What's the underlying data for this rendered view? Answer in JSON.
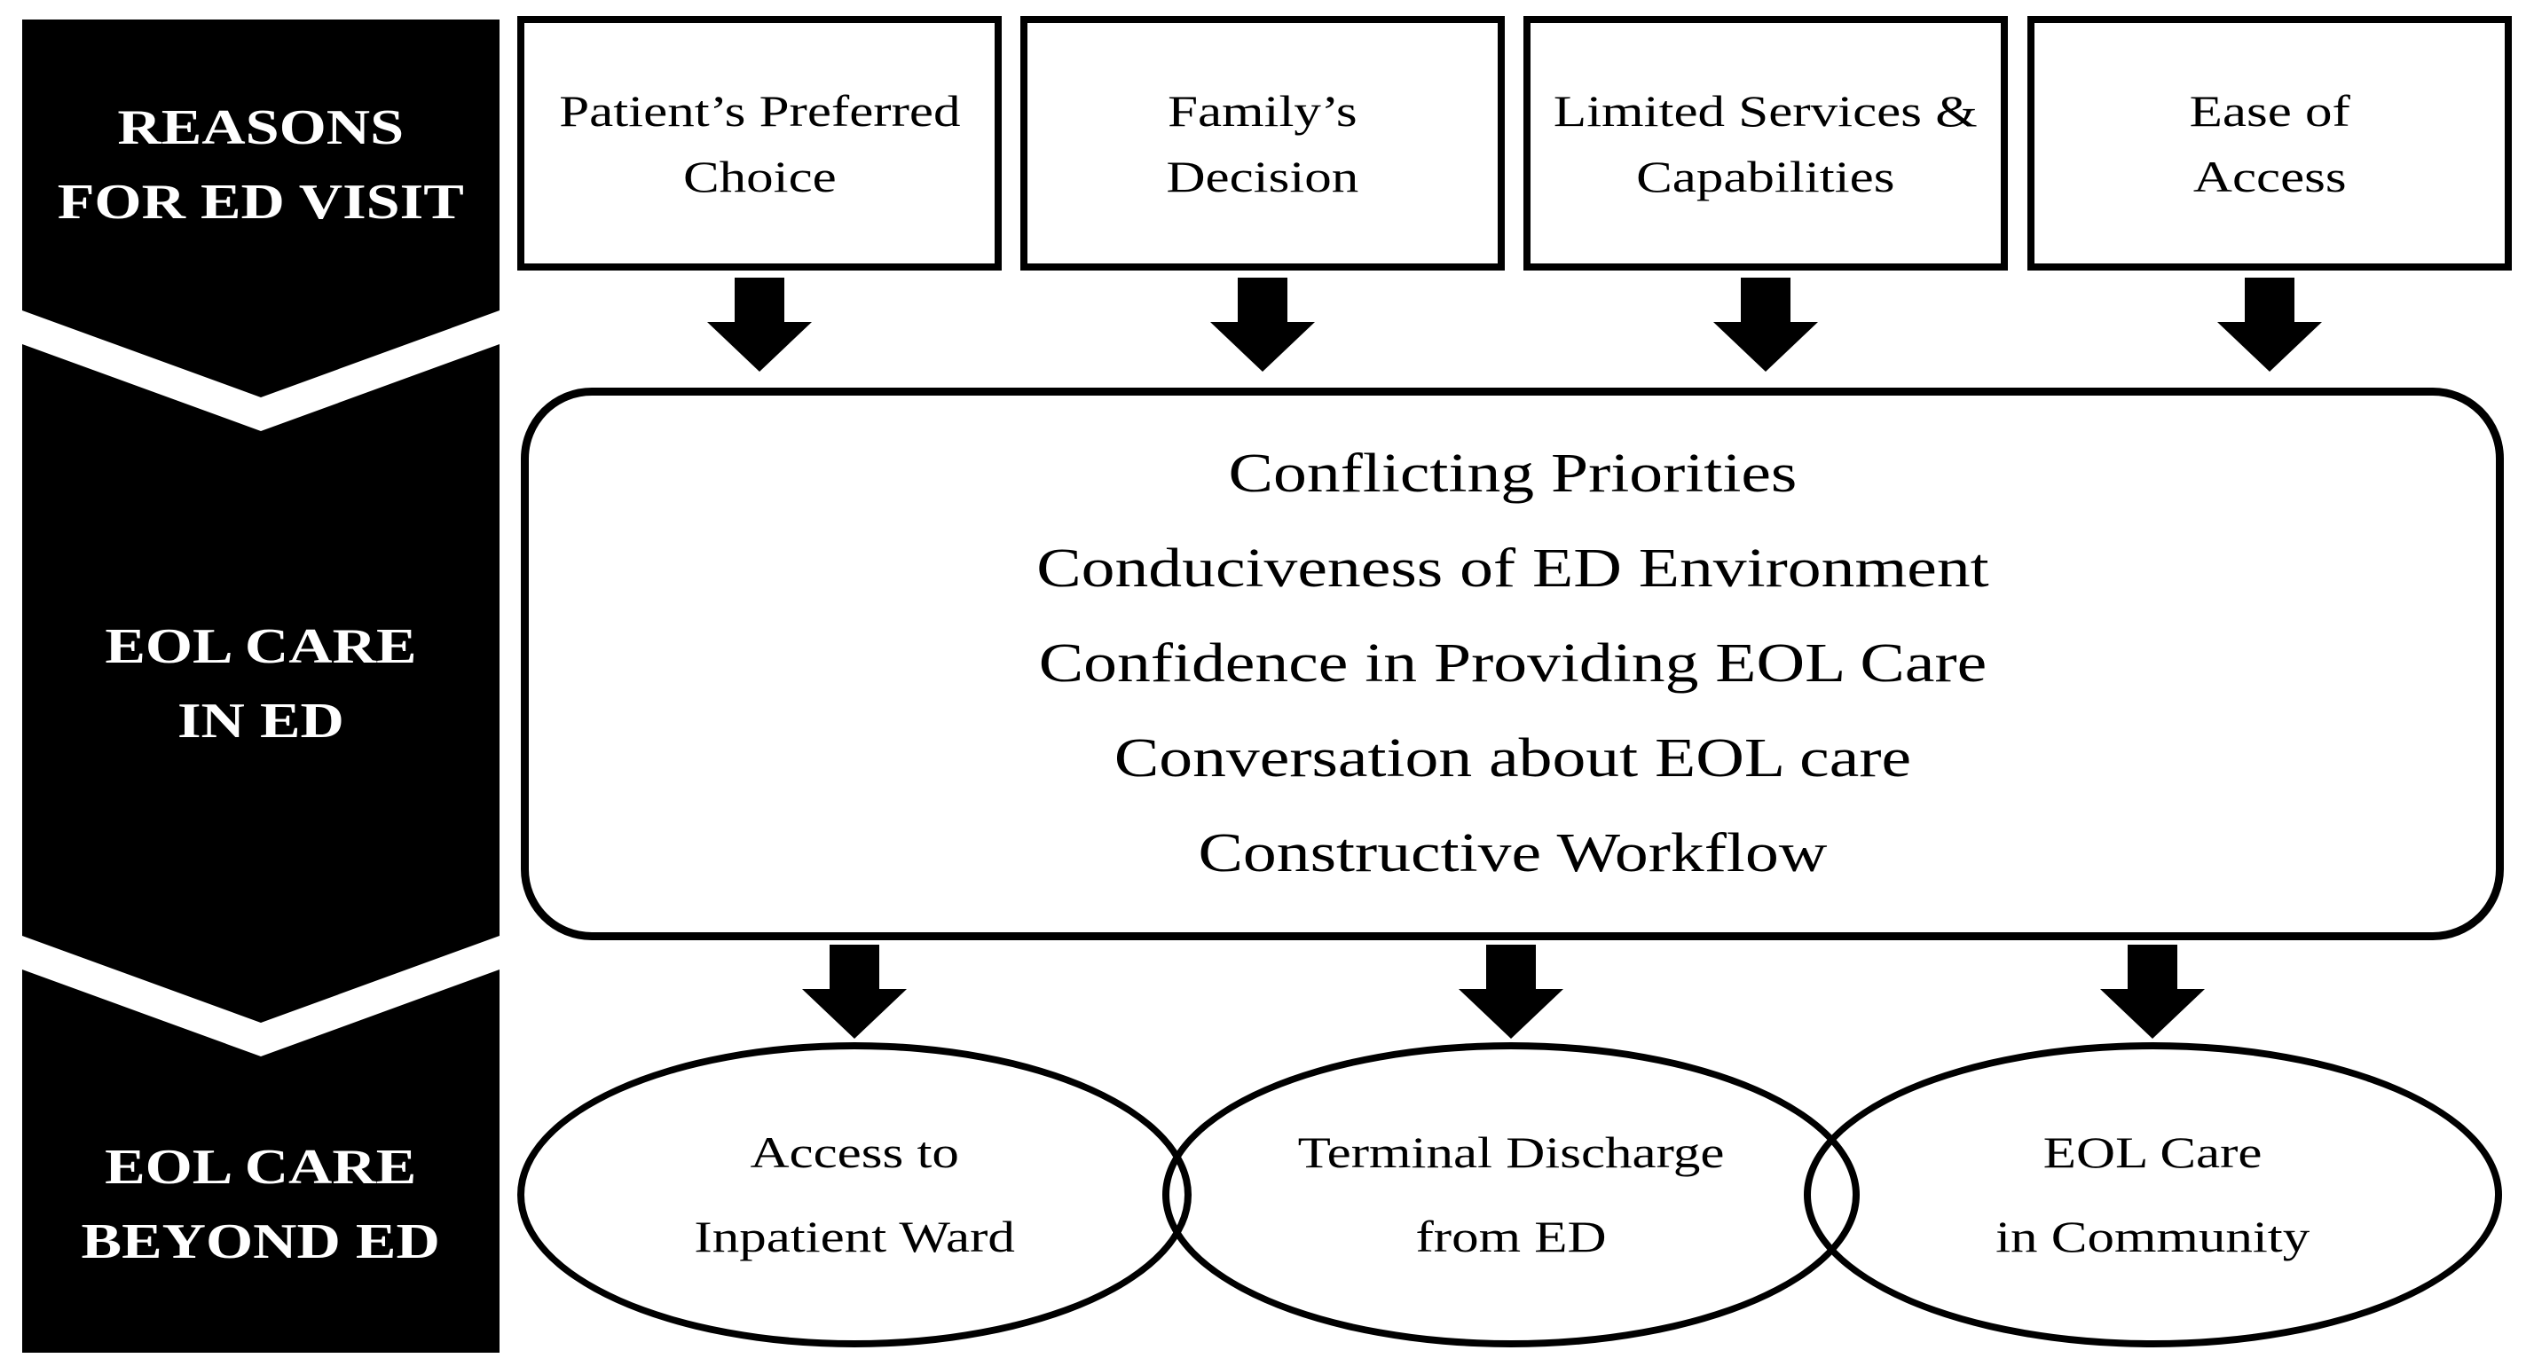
{
  "sidebar": {
    "stages": [
      {
        "label_lines": [
          "REASONS",
          "FOR ED VISIT"
        ]
      },
      {
        "label_lines": [
          "EOL CARE",
          "IN ED"
        ]
      },
      {
        "label_lines": [
          "EOL CARE",
          "BEYOND ED"
        ]
      }
    ]
  },
  "reasons_row": {
    "boxes": [
      {
        "lines": [
          "Patient’s Preferred",
          "Choice"
        ]
      },
      {
        "lines": [
          "Family’s",
          "Decision"
        ]
      },
      {
        "lines": [
          "Limited Services &",
          "Capabilities"
        ]
      },
      {
        "lines": [
          "Ease of",
          "Access"
        ]
      }
    ]
  },
  "ed_care_box": {
    "lines": [
      "Conflicting Priorities",
      "Conduciveness of ED Environment",
      "Confidence in Providing EOL Care",
      "Conversation about EOL care",
      "Constructive Workflow"
    ]
  },
  "beyond_ed_row": {
    "ellipses": [
      {
        "lines": [
          "Access to",
          "Inpatient Ward"
        ]
      },
      {
        "lines": [
          "Terminal Discharge",
          "from ED"
        ]
      },
      {
        "lines": [
          "EOL Care",
          "in Community"
        ]
      }
    ]
  },
  "colors": {
    "ink": "#000000",
    "paper": "#ffffff"
  }
}
